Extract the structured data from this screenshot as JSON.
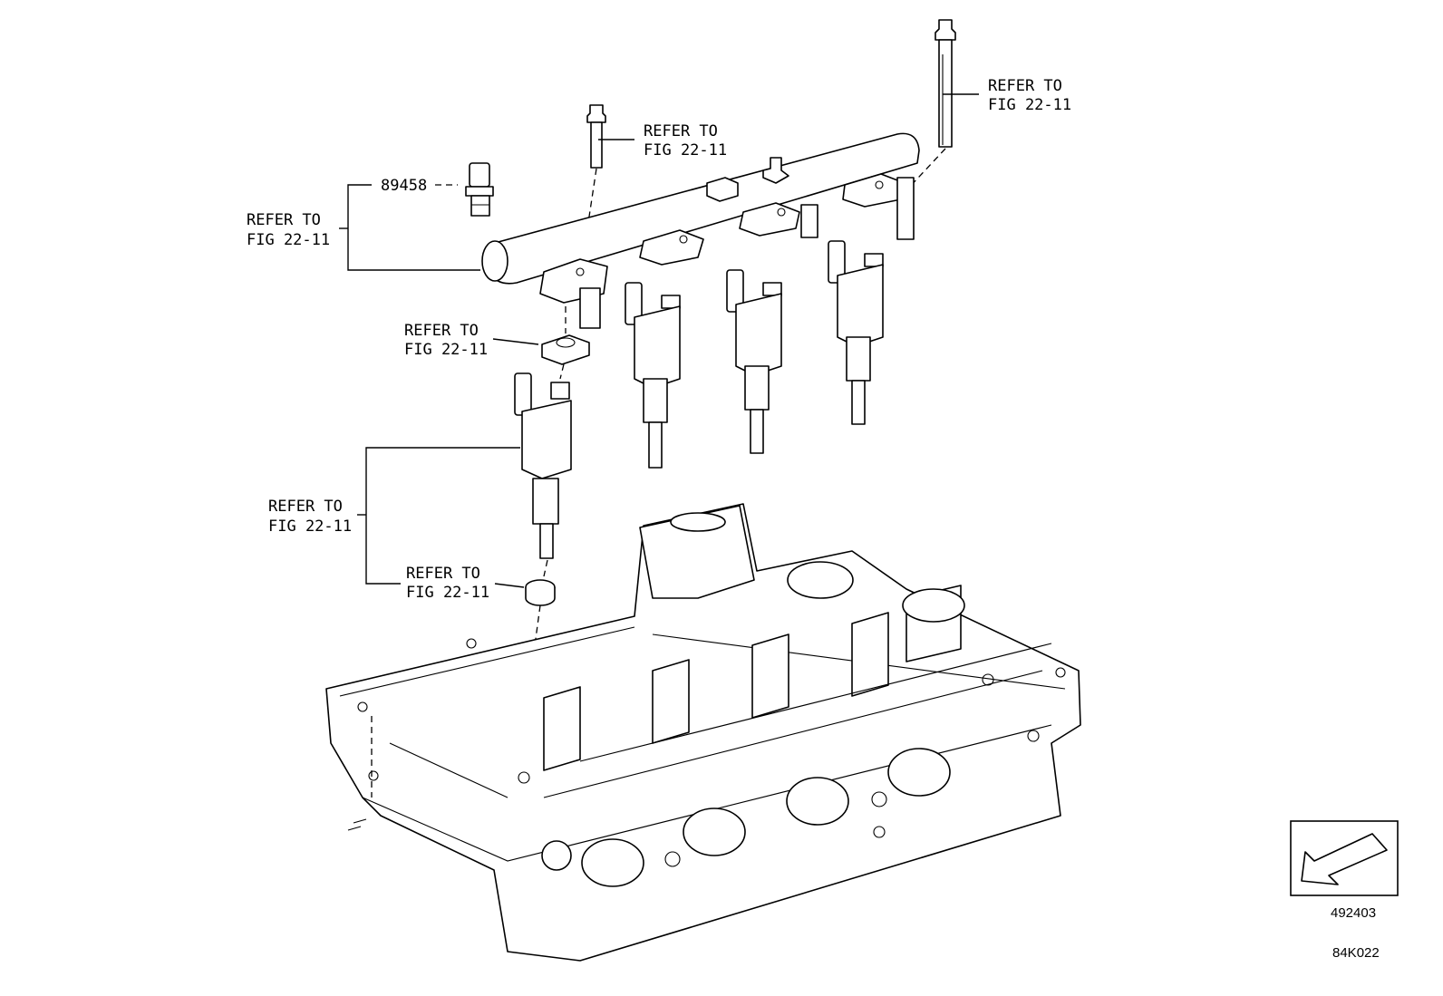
{
  "callouts": {
    "bolt_right": [
      "REFER TO",
      "FIG 22-11"
    ],
    "bolt_left": [
      "REFER TO",
      "FIG 22-11"
    ],
    "sensor_part_no": "89458",
    "fuel_rail": [
      "REFER TO",
      "FIG 22-11"
    ],
    "spacer": [
      "REFER TO",
      "FIG 22-11"
    ],
    "injector": [
      "REFER TO",
      "FIG 22-11"
    ],
    "seal": [
      "REFER TO",
      "FIG 22-11"
    ]
  },
  "legend": {
    "code": "492403"
  },
  "figure_id": "84K022",
  "icons": {
    "legend_symbol": "arrow-down-left-icon"
  }
}
